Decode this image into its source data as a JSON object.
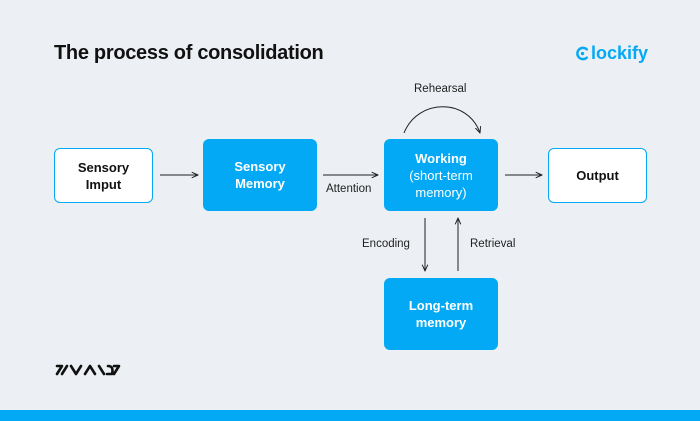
{
  "title": "The process of consolidation",
  "brand": {
    "name": "lockify",
    "icon": "clockify-c-icon",
    "color": "#03a9f4"
  },
  "nodes": {
    "sensory_input": "Sensory\nImput",
    "sensory_memory": "Sensory\nMemory",
    "working_main": "Working",
    "working_sub": "(short-term\nmemory)",
    "output": "Output",
    "long_term": "Long-term\nmemory"
  },
  "edges": {
    "attention": "Attention",
    "rehearsal": "Rehearsal",
    "encoding": "Encoding",
    "retrieval": "Retrieval"
  },
  "colors": {
    "accent": "#03a9f4",
    "background": "#eceff4",
    "text": "#111111"
  }
}
